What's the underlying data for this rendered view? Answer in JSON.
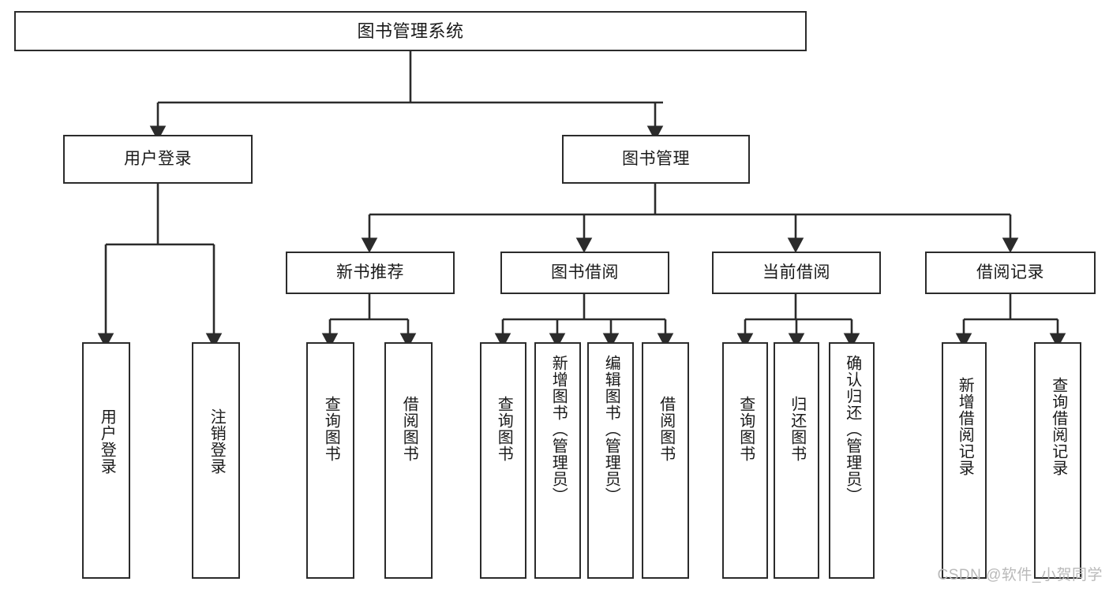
{
  "diagram": {
    "type": "tree-hierarchy",
    "title": "图书管理系统",
    "watermark": "CSDN @软件_小贺同学",
    "colors": {
      "box_border": "#2b2b2b",
      "box_fill": "#ffffff",
      "connector": "#2b2b2b",
      "canvas": "#ffffff",
      "watermark": "#b9b9b9"
    },
    "levels": {
      "level1": [
        {
          "id": "root",
          "label": "图书管理系统"
        }
      ],
      "level2": [
        {
          "id": "user-login",
          "label": "用户登录"
        },
        {
          "id": "book-management",
          "label": "图书管理"
        }
      ],
      "level3": [
        {
          "id": "new-book-recommend",
          "label": "新书推荐"
        },
        {
          "id": "book-borrow",
          "label": "图书借阅"
        },
        {
          "id": "current-borrow",
          "label": "当前借阅"
        },
        {
          "id": "borrow-record",
          "label": "借阅记录"
        }
      ],
      "level4": [
        {
          "id": "leaf-user-login",
          "label": "用户登录",
          "parent": "user-login"
        },
        {
          "id": "leaf-user-logout",
          "label": "注销登录",
          "parent": "user-login"
        },
        {
          "id": "leaf-query-book-1",
          "label": "查询图书",
          "parent": "new-book-recommend"
        },
        {
          "id": "leaf-borrow-book-1",
          "label": "借阅图书",
          "parent": "new-book-recommend"
        },
        {
          "id": "leaf-query-book-2",
          "label": "查询图书",
          "parent": "book-borrow"
        },
        {
          "id": "leaf-add-book",
          "label": "新增图书（管理员）",
          "parent": "book-borrow"
        },
        {
          "id": "leaf-edit-book",
          "label": "编辑图书（管理员）",
          "parent": "book-borrow"
        },
        {
          "id": "leaf-borrow-book-2",
          "label": "借阅图书",
          "parent": "book-borrow"
        },
        {
          "id": "leaf-query-book-3",
          "label": "查询图书",
          "parent": "current-borrow"
        },
        {
          "id": "leaf-return-book",
          "label": "归还图书",
          "parent": "current-borrow"
        },
        {
          "id": "leaf-confirm-return",
          "label": "确认归还（管理员）",
          "parent": "current-borrow"
        },
        {
          "id": "leaf-add-record",
          "label": "新增借阅记录",
          "parent": "borrow-record"
        },
        {
          "id": "leaf-query-record",
          "label": "查询借阅记录",
          "parent": "borrow-record"
        }
      ]
    }
  }
}
